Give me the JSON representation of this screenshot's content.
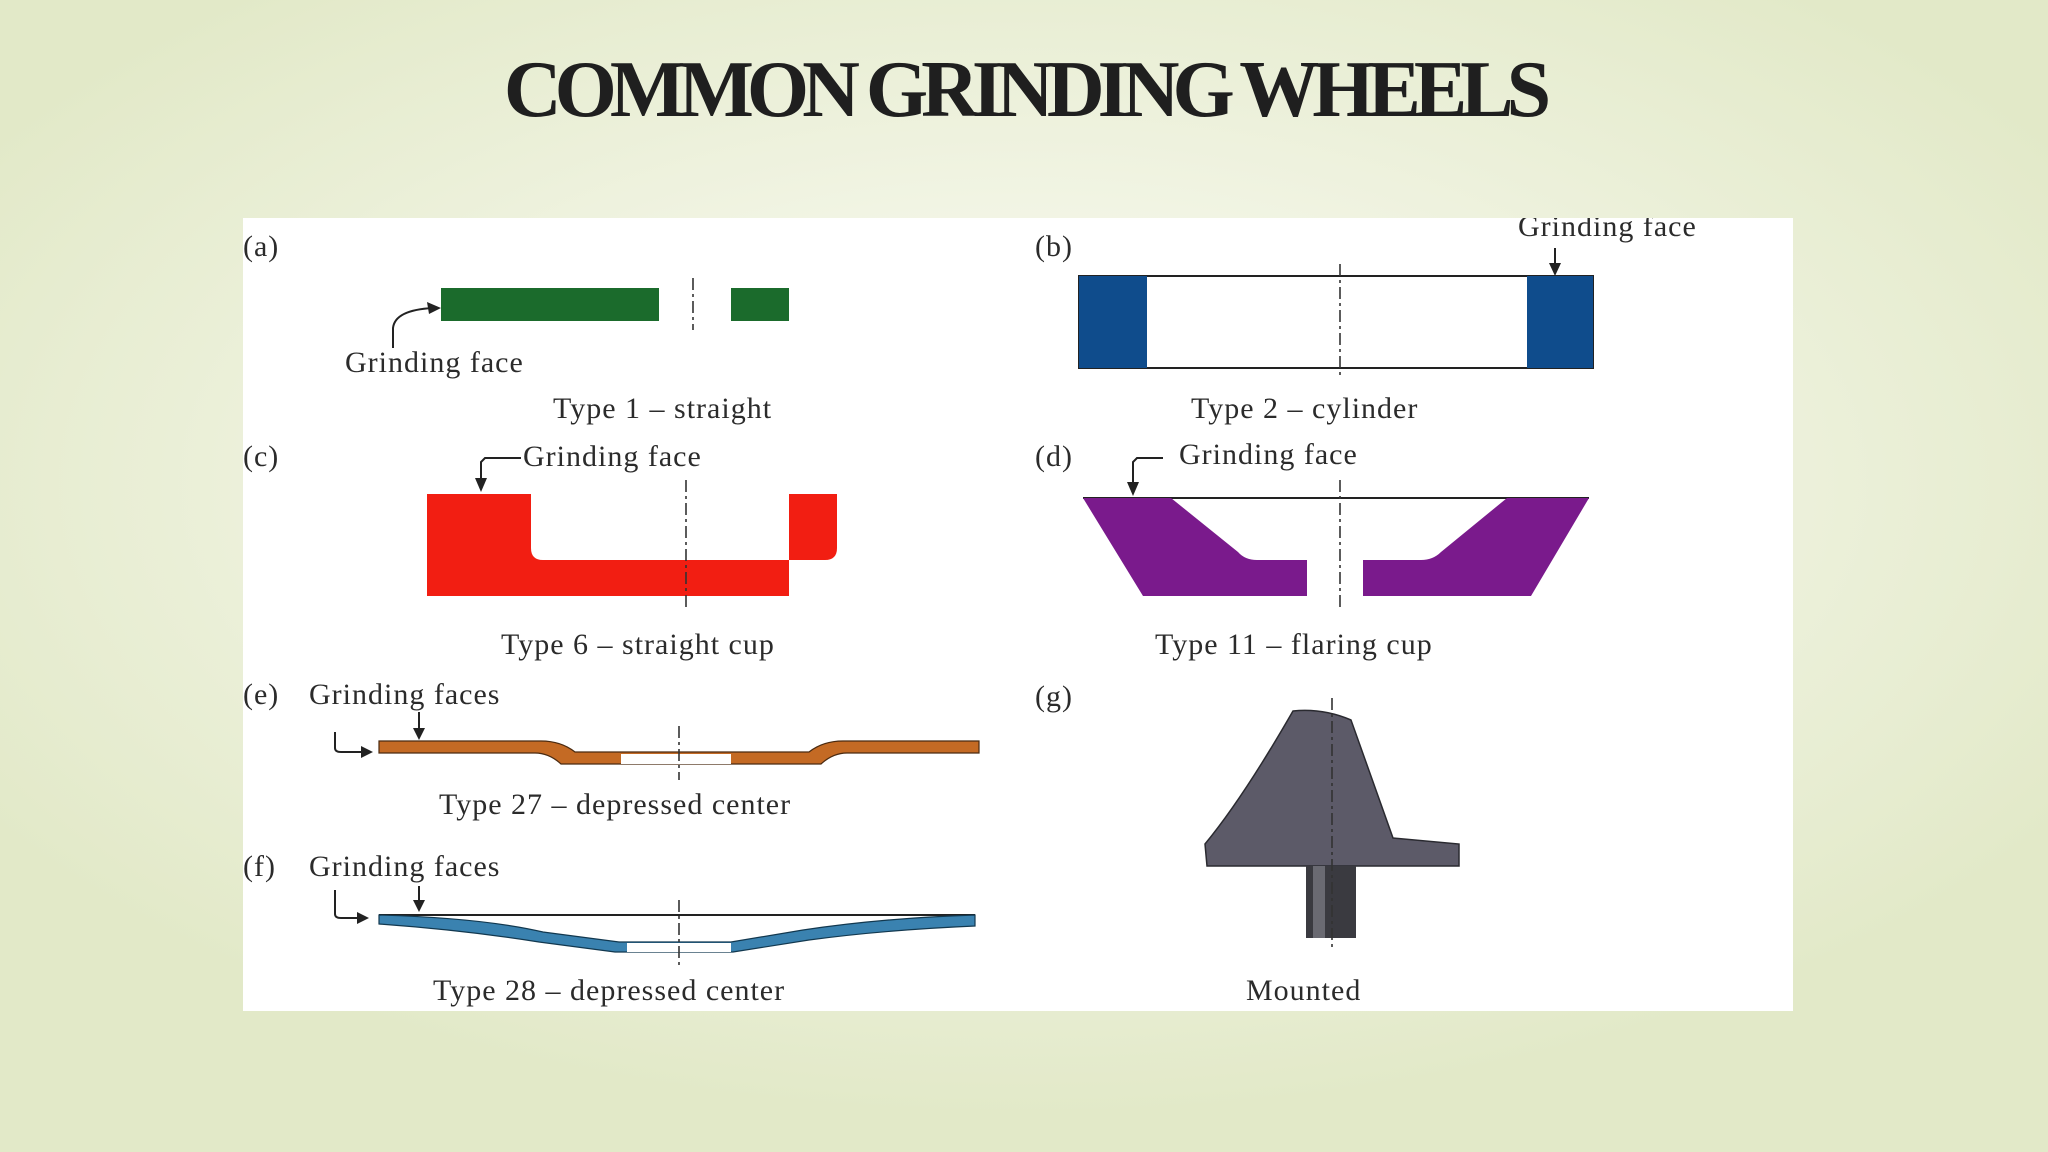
{
  "title": "COMMON GRINDING WHEELS",
  "colors": {
    "straight": "#1b6b2c",
    "cylinder": "#0f4c8c",
    "straight_cup": "#f21e12",
    "flaring_cup": "#7a1a8c",
    "depressed_27": "#c46a24",
    "depressed_28": "#3a82b0",
    "mounted": "#5c5a68"
  },
  "panels": {
    "a": {
      "letter": "(a)",
      "face_label": "Grinding  face",
      "caption": "Type  1 – straight"
    },
    "b": {
      "letter": "(b)",
      "face_label": "Grinding  face",
      "caption": "Type  2 – cylinder"
    },
    "c": {
      "letter": "(c)",
      "face_label": "Grinding  face",
      "caption": "Type  6 – straight  cup"
    },
    "d": {
      "letter": "(d)",
      "face_label": "Grinding  face",
      "caption": "Type  11 – flaring  cup"
    },
    "e": {
      "letter": "(e)",
      "face_label": "Grinding  faces",
      "caption": "Type  27 – depressed  center"
    },
    "f": {
      "letter": "(f)",
      "face_label": "Grinding  faces",
      "caption": "Type  28 – depressed  center"
    },
    "g": {
      "letter": "(g)",
      "caption": "Mounted"
    }
  }
}
